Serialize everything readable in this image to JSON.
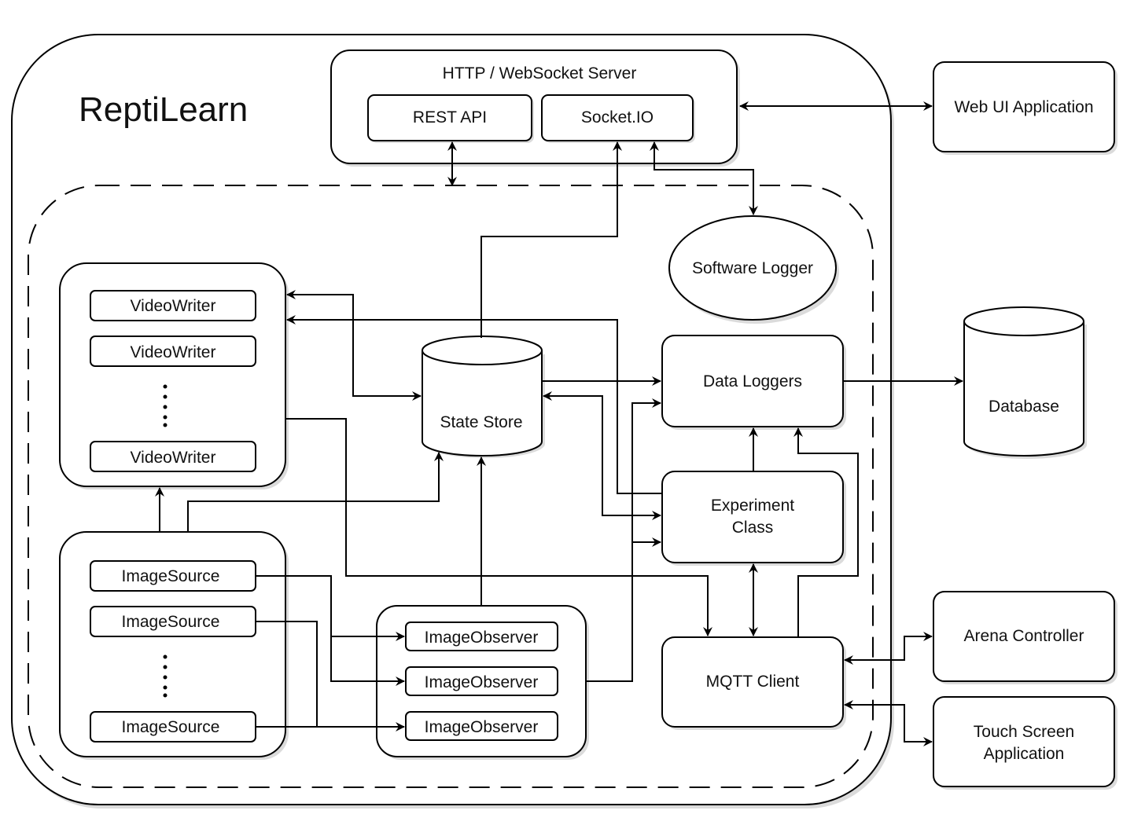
{
  "diagram": {
    "system_title": "ReptiLearn",
    "server": {
      "title": "HTTP / WebSocket Server",
      "rest_api": "REST API",
      "socketio": "Socket.IO"
    },
    "software_logger": "Software Logger",
    "video_writers": [
      "VideoWriter",
      "VideoWriter",
      "VideoWriter"
    ],
    "image_sources": [
      "ImageSource",
      "ImageSource",
      "ImageSource"
    ],
    "image_observers": [
      "ImageObserver",
      "ImageObserver",
      "ImageObserver"
    ],
    "state_store": "State Store",
    "data_loggers": "Data Loggers",
    "experiment_class": [
      "Experiment",
      "Class"
    ],
    "mqtt_client": "MQTT Client",
    "external": {
      "web_ui": "Web UI Application",
      "database": "Database",
      "arena_controller": "Arena Controller",
      "touch_screen": [
        "Touch Screen",
        "Application"
      ]
    }
  }
}
